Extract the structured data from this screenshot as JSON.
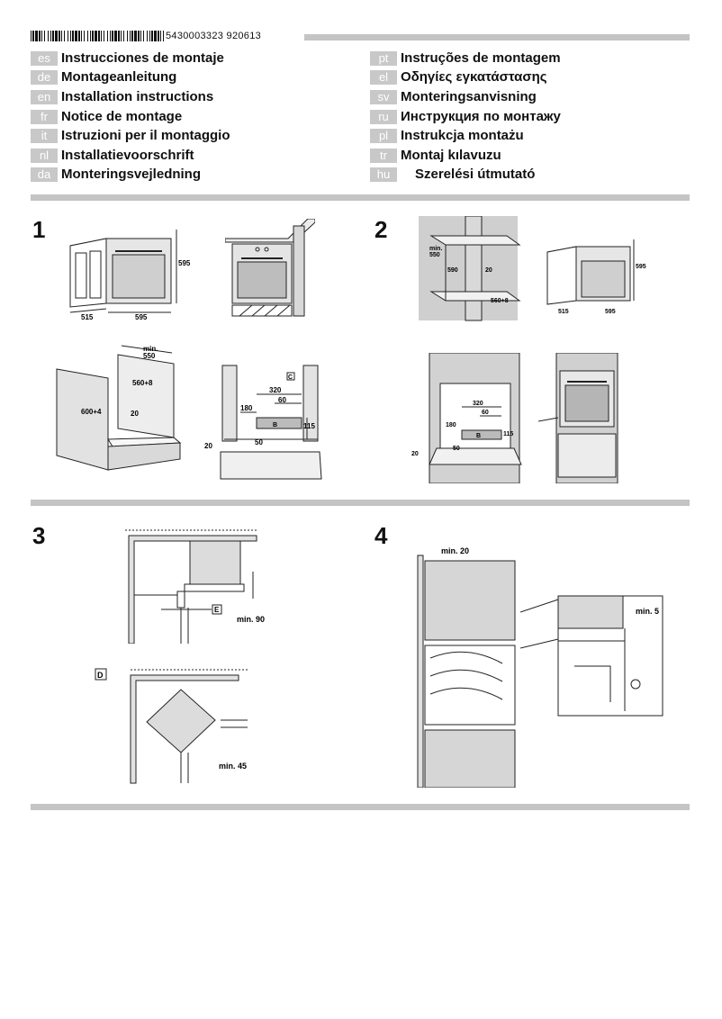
{
  "header": {
    "barcode_number": "5430003323 920613"
  },
  "languages_left": [
    {
      "code": "es",
      "title": "Instrucciones de montaje"
    },
    {
      "code": "de",
      "title": "Montageanleitung"
    },
    {
      "code": "en",
      "title": "Installation instructions"
    },
    {
      "code": "fr",
      "title": "Notice de montage"
    },
    {
      "code": "it",
      "title": "Istruzioni per il montaggio"
    },
    {
      "code": "nl",
      "title": "Installatievoorschrift"
    },
    {
      "code": "da",
      "title": "Monteringsvejledning"
    }
  ],
  "languages_right": [
    {
      "code": "pt",
      "title": "Instruções de montagem"
    },
    {
      "code": "el",
      "title": "Οδηγίες εγκατάστασης"
    },
    {
      "code": "sv",
      "title": "Monteringsanvisning"
    },
    {
      "code": "ru",
      "title": "Инструкция по монтажу"
    },
    {
      "code": "pl",
      "title": "Instrukcja montażu"
    },
    {
      "code": "tr",
      "title": "Montaj kılavuzu"
    },
    {
      "code": "hu",
      "title": "Szerelési útmutató"
    }
  ],
  "steps": {
    "s1": "1",
    "s2": "2",
    "s3": "3",
    "s4": "4"
  },
  "fig1": {
    "oven_height": "595",
    "oven_depth": "515",
    "oven_width": "595",
    "min_depth": "min.",
    "min_depth_val": "550",
    "cut_width": "560+8",
    "cut_height": "600+4",
    "gap": "20",
    "label_c": "C",
    "label_b": "B",
    "d320": "320",
    "d60": "60",
    "d180": "180",
    "d115": "115",
    "d50": "50",
    "d20": "20"
  },
  "fig2": {
    "min": "min.",
    "min_val": "550",
    "d590": "590",
    "d20": "20",
    "cut_width": "560+8",
    "oven_height": "595",
    "oven_depth": "515",
    "oven_width": "595",
    "d320": "320",
    "d60": "60",
    "d180": "180",
    "d115": "115",
    "d50": "50",
    "d20b": "20",
    "label_b": "B"
  },
  "fig3": {
    "label_e": "E",
    "min90": "min. 90",
    "label_d": "D",
    "min45": "min. 45"
  },
  "fig4": {
    "min20": "min. 20",
    "min5": "min. 5"
  }
}
